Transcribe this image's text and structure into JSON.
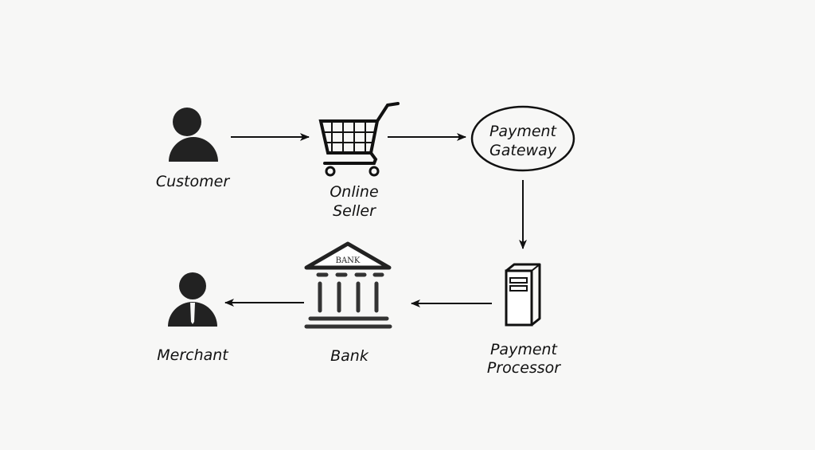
{
  "diagram": {
    "nodes": [
      {
        "id": "customer",
        "label": "Customer",
        "icon": "person-icon"
      },
      {
        "id": "online-seller",
        "label_lines": [
          "Online",
          "Seller"
        ],
        "icon": "shopping-cart-icon"
      },
      {
        "id": "payment-gateway",
        "label_lines": [
          "Payment",
          "Gateway"
        ],
        "shape": "ellipse"
      },
      {
        "id": "payment-processor",
        "label_lines": [
          "Payment",
          "Processor"
        ],
        "icon": "server-icon"
      },
      {
        "id": "bank",
        "label": "Bank",
        "icon": "bank-building-icon",
        "icon_text": "BANK"
      },
      {
        "id": "merchant",
        "label": "Merchant",
        "icon": "businessperson-icon"
      }
    ],
    "edges": [
      {
        "from": "customer",
        "to": "online-seller"
      },
      {
        "from": "online-seller",
        "to": "payment-gateway"
      },
      {
        "from": "payment-gateway",
        "to": "payment-processor"
      },
      {
        "from": "payment-processor",
        "to": "bank"
      },
      {
        "from": "bank",
        "to": "merchant"
      }
    ],
    "colors": {
      "ink": "#111111",
      "background": "#f7f7f6"
    }
  }
}
